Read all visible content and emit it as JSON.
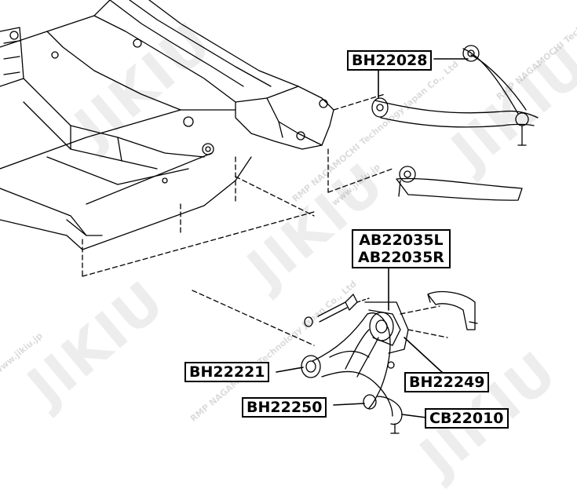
{
  "labels": {
    "bh22028": "BH22028",
    "ab22035l": "AB22035L",
    "ab22035r": "AB22035R",
    "bh22249": "BH22249",
    "bh22221": "BH22221",
    "bh22250": "BH22250",
    "cb22010": "CB22010"
  },
  "watermark": {
    "brand": "JIKIU",
    "company": "RMP NAGAMOCHI Technology Japan Co., Ltd",
    "site": "www.jikiu.jp"
  },
  "colors": {
    "line": "#000000",
    "label_border": "#000000",
    "label_bg": "#ffffff",
    "watermark": "#000000"
  }
}
